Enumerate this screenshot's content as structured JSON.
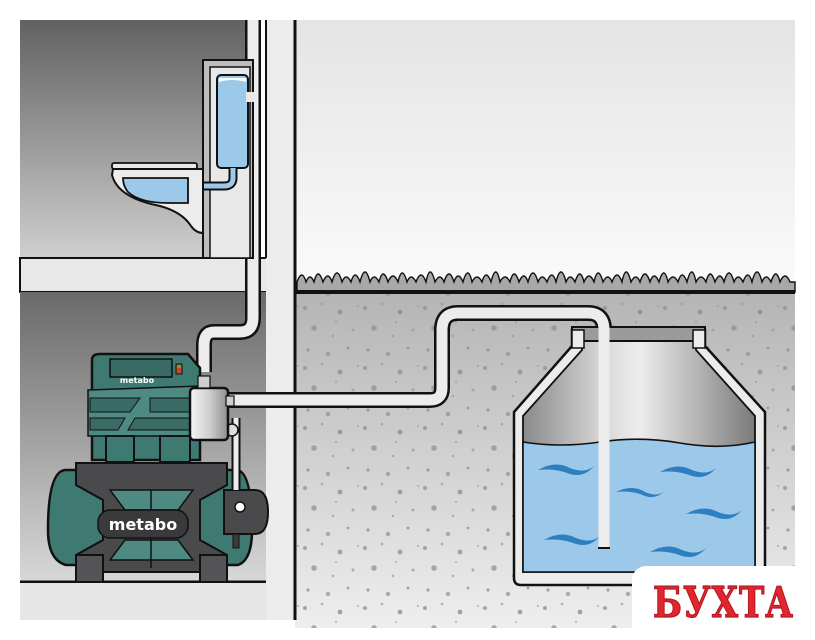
{
  "illustration": {
    "subject": "House water supply system with pump station drawing from underground tank",
    "labels": {
      "pump_top_brand": "metabo",
      "pump_tank_brand": "metabo"
    },
    "components": [
      {
        "name": "toilet",
        "location": "upper floor"
      },
      {
        "name": "cistern",
        "location": "upper floor"
      },
      {
        "name": "pump-station",
        "location": "lower floor"
      },
      {
        "name": "supply-pipe",
        "location": "wall to upper floor"
      },
      {
        "name": "suction-pipe",
        "location": "underground to tank"
      },
      {
        "name": "water-tank",
        "location": "underground"
      },
      {
        "name": "grass-line",
        "location": "ground surface"
      }
    ],
    "colors": {
      "water": "#9cc8ea",
      "wave": "#2d7fc0",
      "pump_body": "#3f7a72",
      "pump_dark": "#4a4a4c",
      "pipe": "#ececec",
      "soil": "#bdbdbd",
      "outline": "#111111"
    }
  },
  "watermark": {
    "text": "БУХТА",
    "color": "#e0262f"
  }
}
